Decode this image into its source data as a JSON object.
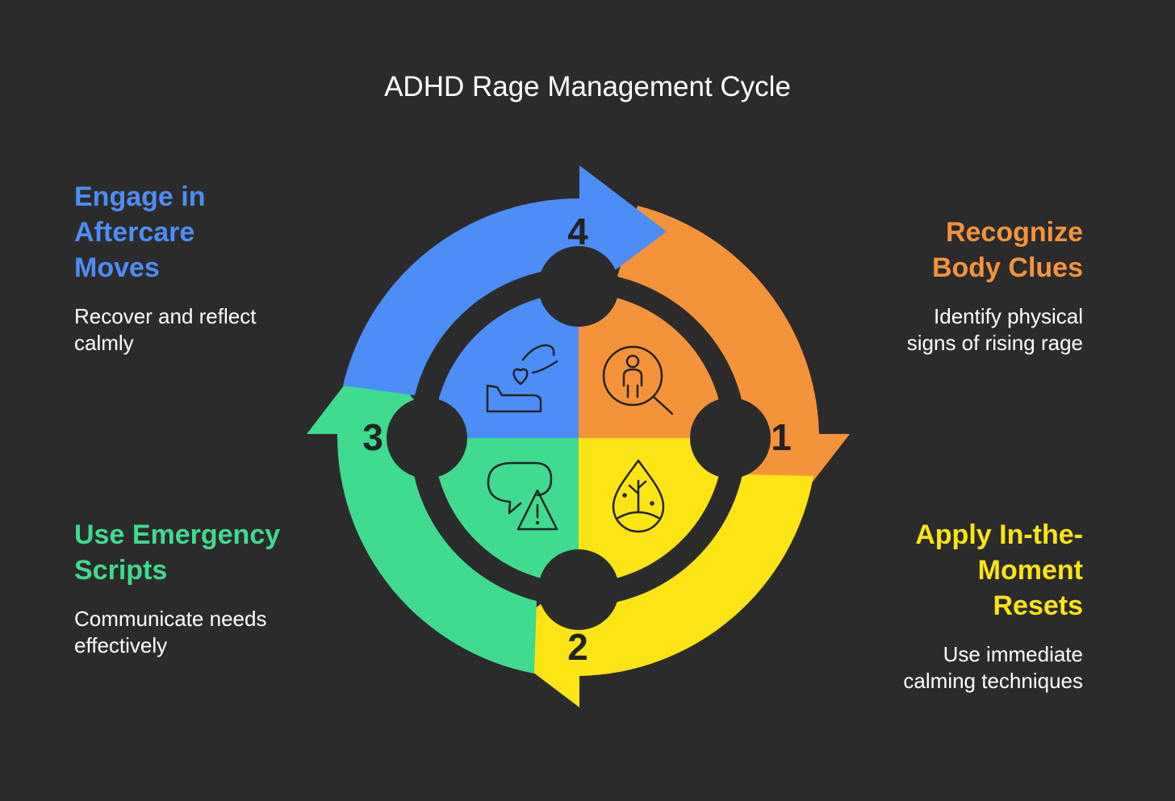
{
  "title": "ADHD Rage Management Cycle",
  "colors": {
    "background": "#2b2b2b",
    "step1": "#f5933a",
    "step2": "#fde414",
    "step3": "#3fdb8f",
    "step4": "#4d8df7"
  },
  "steps": [
    {
      "number": "1",
      "title": "Recognize Body Clues",
      "title_lines": [
        "Recognize",
        "Body Clues"
      ],
      "description_lines": [
        "Identify physical",
        "signs of rising rage"
      ],
      "icon": "person-magnifier-icon"
    },
    {
      "number": "2",
      "title": "Apply In-the-Moment Resets",
      "title_lines": [
        "Apply In-the-",
        "Moment",
        "Resets"
      ],
      "description_lines": [
        "Use immediate",
        "calming techniques"
      ],
      "icon": "water-drop-tree-icon"
    },
    {
      "number": "3",
      "title": "Use Emergency Scripts",
      "title_lines": [
        "Use Emergency",
        "Scripts"
      ],
      "description_lines": [
        "Communicate needs",
        "effectively"
      ],
      "icon": "speech-warning-icon"
    },
    {
      "number": "4",
      "title": "Engage in Aftercare Moves",
      "title_lines": [
        "Engage in",
        "Aftercare",
        "Moves"
      ],
      "description_lines": [
        "Recover and reflect",
        "calmly"
      ],
      "icon": "hand-heart-icon"
    }
  ]
}
